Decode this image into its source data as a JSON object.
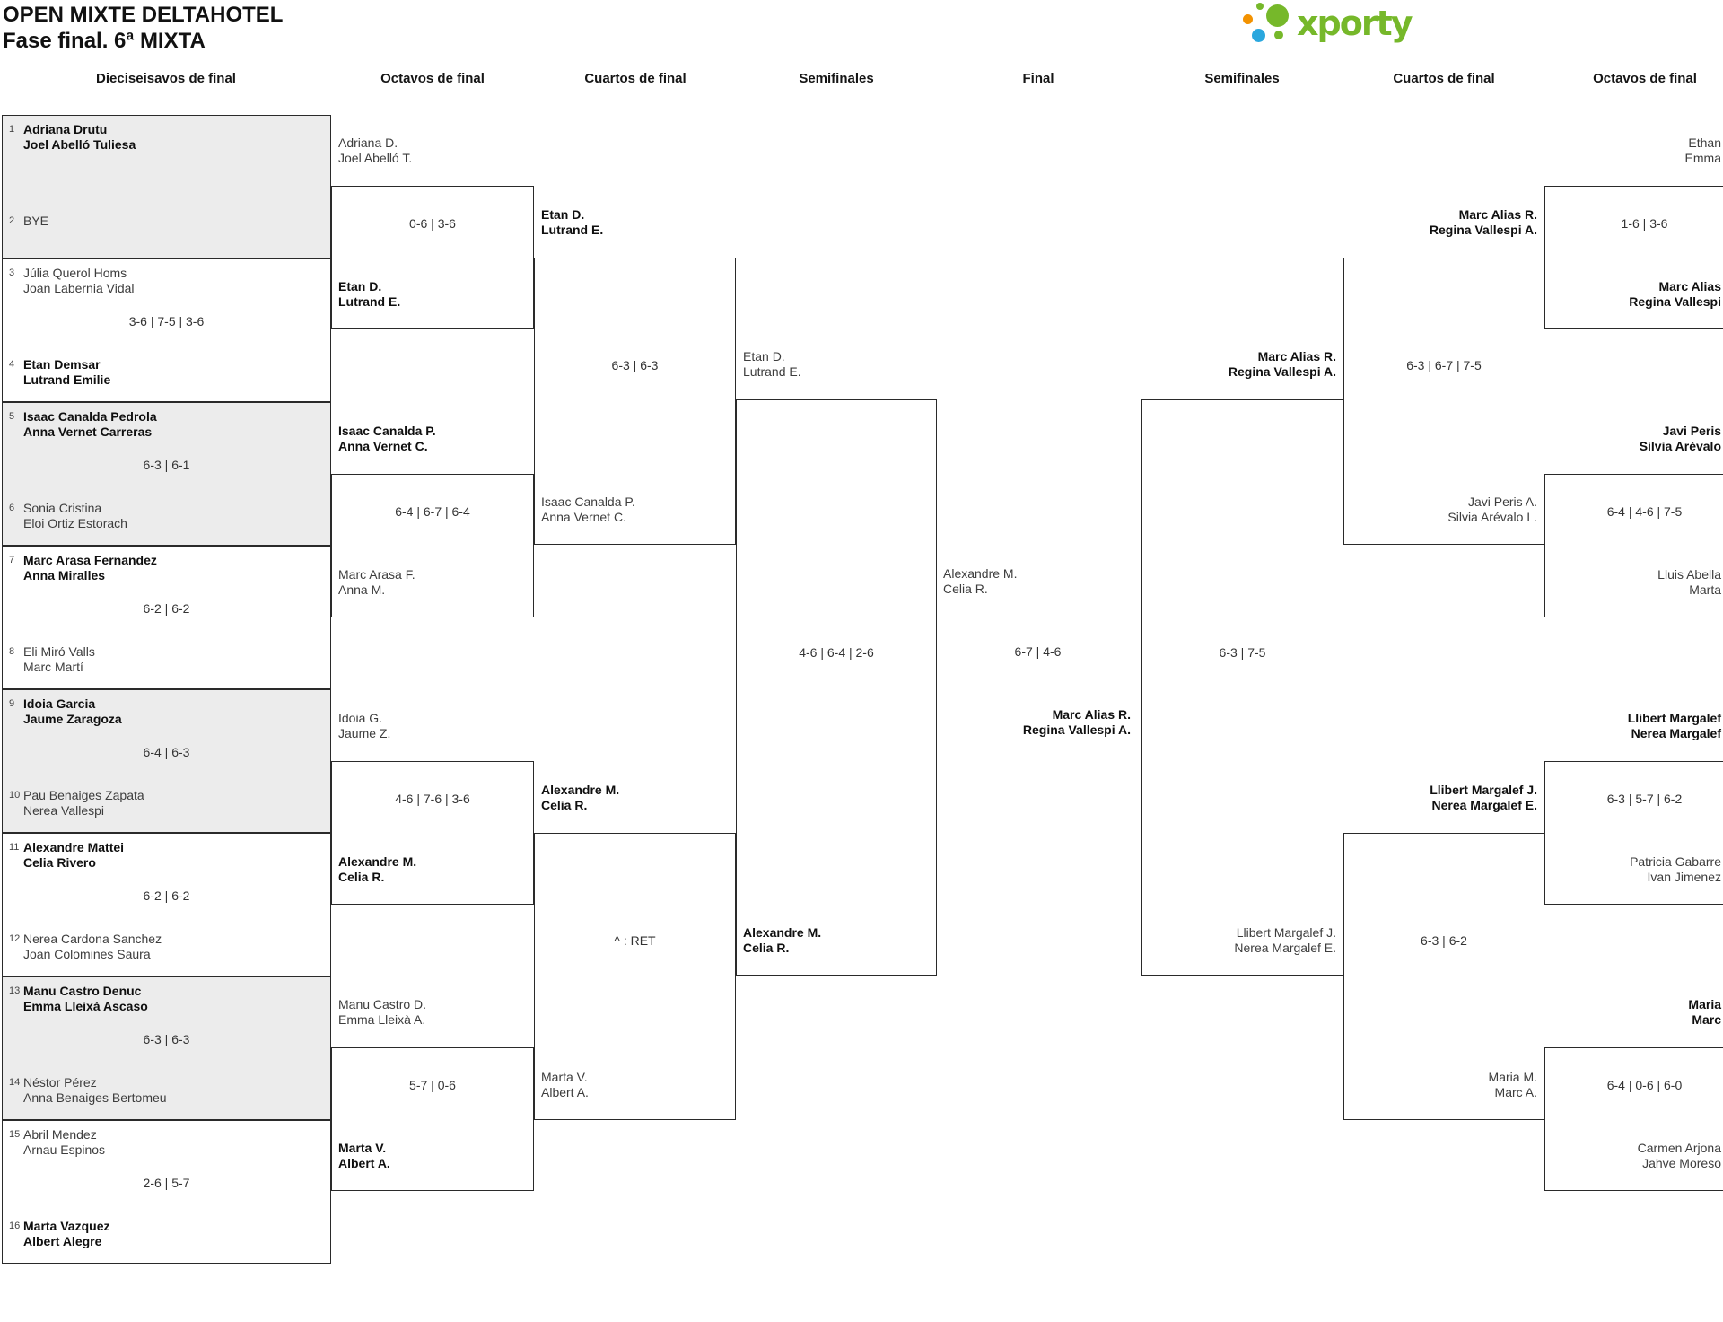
{
  "header": {
    "title_line1": "OPEN MIXTE DELTAHOTEL",
    "title_line2": "Fase final. 6ª MIXTA"
  },
  "logo": {
    "wordmark": "xporty",
    "green": "#76b82a",
    "blue": "#2aa7de",
    "orange": "#f39200"
  },
  "columns": [
    "Dieciseisavos de final",
    "Octavos de final",
    "Cuartos de final",
    "Semifinales",
    "Final",
    "Semifinales",
    "Cuartos de final",
    "Octavos de final"
  ],
  "bracket": {
    "r16": [
      {
        "num_top": "1",
        "team_top": [
          "Adriana Drutu",
          "Joel Abelló Tuliesa"
        ],
        "top_bold": true,
        "num_bottom": "2",
        "team_bottom": [
          "BYE"
        ],
        "bottom_bold": false,
        "score": "",
        "shaded": true
      },
      {
        "num_top": "3",
        "team_top": [
          "Júlia Querol Homs",
          "Joan Labernia Vidal"
        ],
        "top_bold": false,
        "num_bottom": "4",
        "team_bottom": [
          "Etan Demsar",
          "Lutrand Emilie"
        ],
        "bottom_bold": true,
        "score": "3-6 | 7-5 | 3-6",
        "shaded": false
      },
      {
        "num_top": "5",
        "team_top": [
          "Isaac Canalda Pedrola",
          "Anna Vernet Carreras"
        ],
        "top_bold": true,
        "num_bottom": "6",
        "team_bottom": [
          "Sonia Cristina",
          "Eloi Ortiz Estorach"
        ],
        "bottom_bold": false,
        "score": "6-3 | 6-1",
        "shaded": true
      },
      {
        "num_top": "7",
        "team_top": [
          "Marc Arasa Fernandez",
          "Anna Miralles"
        ],
        "top_bold": true,
        "num_bottom": "8",
        "team_bottom": [
          "Eli Miró Valls",
          "Marc Martí"
        ],
        "bottom_bold": false,
        "score": "6-2 | 6-2",
        "shaded": false
      },
      {
        "num_top": "9",
        "team_top": [
          "Idoia Garcia",
          "Jaume Zaragoza"
        ],
        "top_bold": true,
        "num_bottom": "10",
        "team_bottom": [
          "Pau Benaiges Zapata",
          "Nerea Vallespi"
        ],
        "bottom_bold": false,
        "score": "6-4 | 6-3",
        "shaded": true
      },
      {
        "num_top": "11",
        "team_top": [
          "Alexandre Mattei",
          "Celia Rivero"
        ],
        "top_bold": true,
        "num_bottom": "12",
        "team_bottom": [
          "Nerea Cardona Sanchez",
          "Joan Colomines Saura"
        ],
        "bottom_bold": false,
        "score": "6-2 | 6-2",
        "shaded": false
      },
      {
        "num_top": "13",
        "team_top": [
          "Manu Castro Denuc",
          "Emma Lleixà Ascaso"
        ],
        "top_bold": true,
        "num_bottom": "14",
        "team_bottom": [
          "Néstor Pérez",
          "Anna Benaiges Bertomeu"
        ],
        "bottom_bold": false,
        "score": "6-3 | 6-3",
        "shaded": true
      },
      {
        "num_top": "15",
        "team_top": [
          "Abril Mendez",
          "Arnau Espinos"
        ],
        "top_bold": false,
        "num_bottom": "16",
        "team_bottom": [
          "Marta Vazquez",
          "Albert Alegre"
        ],
        "bottom_bold": true,
        "score": "2-6 | 5-7",
        "shaded": false
      }
    ],
    "octavos_left": [
      {
        "team_top": [
          "Adriana D.",
          "Joel Abelló T."
        ],
        "top_bold": false,
        "team_bottom": [
          "Etan D.",
          "Lutrand E."
        ],
        "bottom_bold": true,
        "score": "0-6 | 3-6"
      },
      {
        "team_top": [
          "Isaac Canalda P.",
          "Anna Vernet C."
        ],
        "top_bold": true,
        "team_bottom": [
          "Marc Arasa F.",
          "Anna M."
        ],
        "bottom_bold": false,
        "score": "6-4 | 6-7 | 6-4"
      },
      {
        "team_top": [
          "Idoia G.",
          "Jaume Z."
        ],
        "top_bold": false,
        "team_bottom": [
          "Alexandre M.",
          "Celia R."
        ],
        "bottom_bold": true,
        "score": "4-6 | 7-6 | 3-6"
      },
      {
        "team_top": [
          "Manu Castro D.",
          "Emma Lleixà A."
        ],
        "top_bold": false,
        "team_bottom": [
          "Marta V.",
          "Albert A."
        ],
        "bottom_bold": true,
        "score": "5-7 | 0-6"
      }
    ],
    "cuartos_left": [
      {
        "team_top": [
          "Etan D.",
          "Lutrand E."
        ],
        "top_bold": true,
        "team_bottom": [
          "Isaac Canalda P.",
          "Anna Vernet C."
        ],
        "bottom_bold": false,
        "score": "6-3 | 6-3"
      },
      {
        "team_top": [
          "Alexandre M.",
          "Celia R."
        ],
        "top_bold": true,
        "team_bottom": [
          "Marta V.",
          "Albert A."
        ],
        "bottom_bold": false,
        "score": "^ : RET"
      }
    ],
    "semifinal_left": [
      {
        "team_top": [
          "Etan D.",
          "Lutrand E."
        ],
        "top_bold": false,
        "team_bottom": [
          "Alexandre M.",
          "Celia R."
        ],
        "bottom_bold": true,
        "score": "4-6 | 6-4 | 2-6"
      }
    ],
    "final": [
      {
        "team_top": [
          "Alexandre M.",
          "Celia R."
        ],
        "top_bold": false,
        "team_bottom": [
          "Marc Alias R.",
          "Regina Vallespi A."
        ],
        "bottom_bold": true,
        "score": "6-7 | 4-6"
      }
    ],
    "semifinal_right": [
      {
        "team_top": [
          "Marc Alias R.",
          "Regina Vallespi A."
        ],
        "top_bold": true,
        "team_bottom": [
          "Llibert Margalef J.",
          "Nerea Margalef E."
        ],
        "bottom_bold": false,
        "score": "6-3 | 7-5"
      }
    ],
    "cuartos_right": [
      {
        "team_top": [
          "Marc Alias R.",
          "Regina Vallespi A."
        ],
        "top_bold": true,
        "team_bottom": [
          "Javi Peris A.",
          "Silvia Arévalo L."
        ],
        "bottom_bold": false,
        "score": "6-3 | 6-7 | 7-5"
      },
      {
        "team_top": [
          "Llibert Margalef J.",
          "Nerea Margalef E."
        ],
        "top_bold": true,
        "team_bottom": [
          "Maria M.",
          "Marc A."
        ],
        "bottom_bold": false,
        "score": "6-3 | 6-2"
      }
    ],
    "octavos_right": [
      {
        "team_top": [
          "Ethan",
          "Emma"
        ],
        "top_bold": false,
        "team_bottom": [
          "Marc Alias",
          "Regina Vallespi"
        ],
        "bottom_bold": true,
        "score": "1-6 | 3-6"
      },
      {
        "team_top": [
          "Javi Peris",
          "Silvia Arévalo"
        ],
        "top_bold": true,
        "team_bottom": [
          "Lluis Abella",
          "Marta"
        ],
        "bottom_bold": false,
        "score": "6-4 | 4-6 | 7-5"
      },
      {
        "team_top": [
          "Llibert Margalef",
          "Nerea Margalef"
        ],
        "top_bold": true,
        "team_bottom": [
          "Patricia Gabarre",
          "Ivan Jimenez"
        ],
        "bottom_bold": false,
        "score": "6-3 | 5-7 | 6-2"
      },
      {
        "team_top": [
          "Maria",
          "Marc"
        ],
        "top_bold": true,
        "team_bottom": [
          "Carmen Arjona",
          "Jahve Moreso"
        ],
        "bottom_bold": false,
        "score": "6-4 | 0-6 | 6-0"
      }
    ]
  }
}
